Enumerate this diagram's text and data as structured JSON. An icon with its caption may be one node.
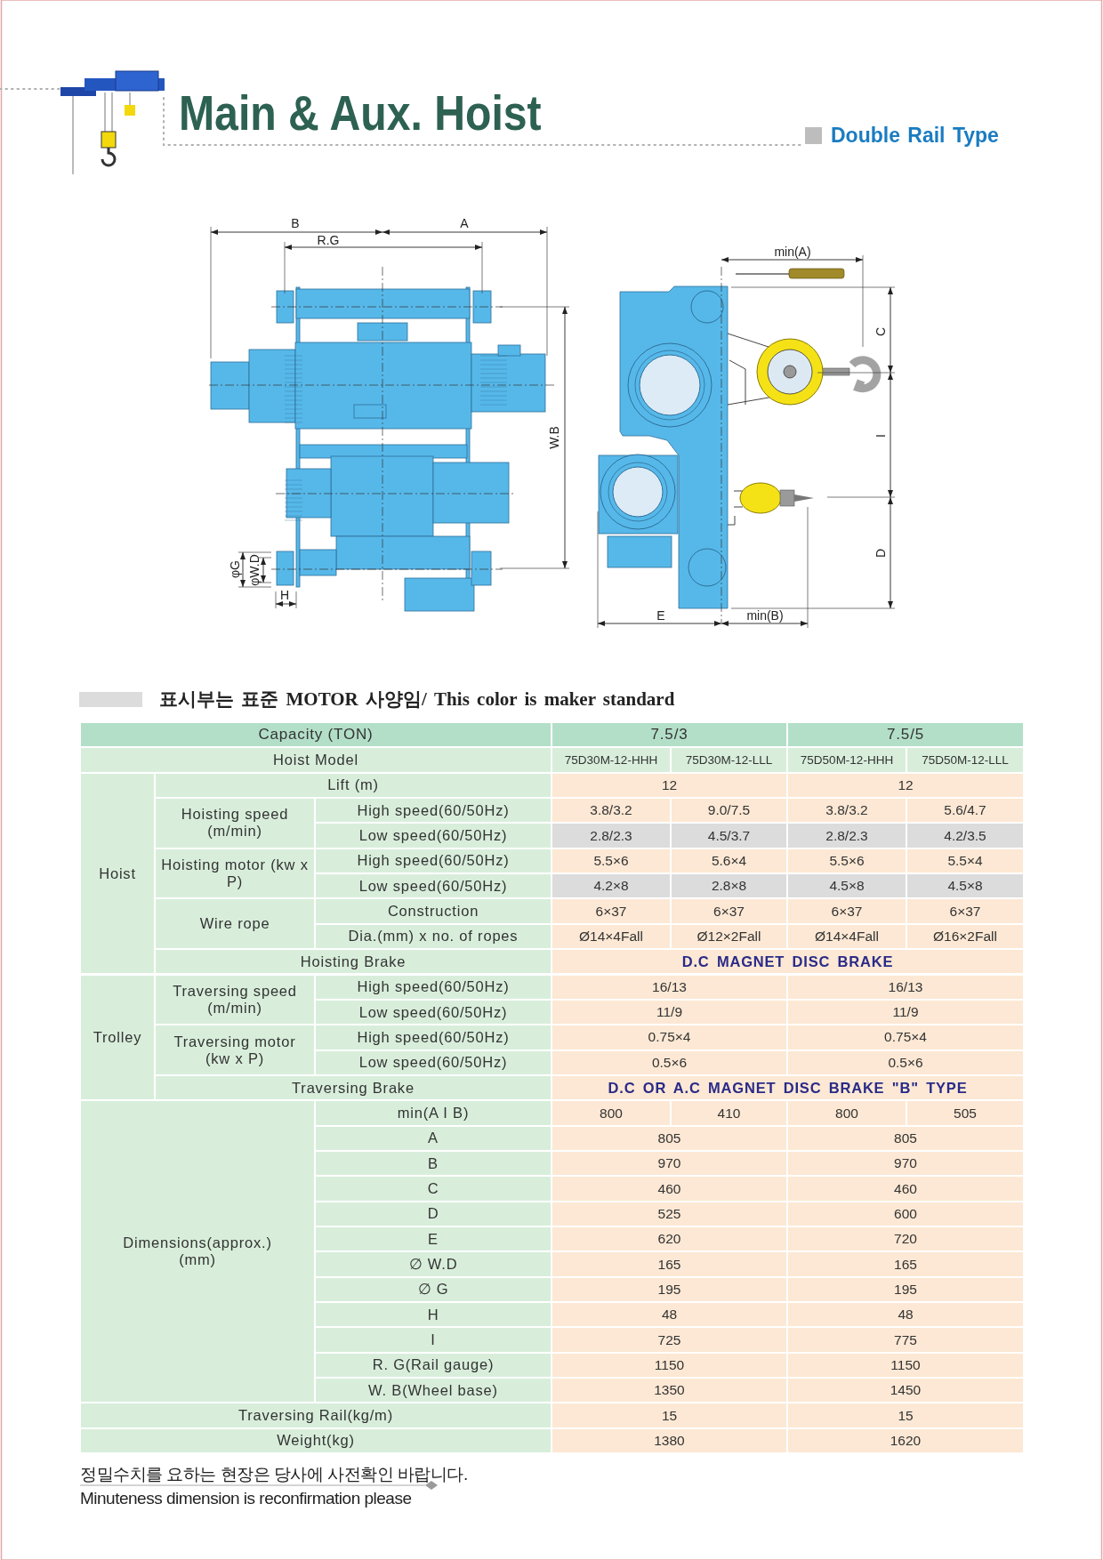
{
  "diagram": {
    "title": "Main & Aux. Hoist",
    "labels": [
      "Double Rail Type",
      "B",
      "A",
      "R.G",
      "W.B",
      "φG",
      "φW.D",
      "H",
      "min(A)",
      "C",
      "I",
      "D",
      "E",
      "min(B)",
      "Capacity (TON)",
      "7.5/3",
      "7.5/5",
      "Hoist Model",
      "75D30M-12-HHH",
      "75D30M-12-LLL",
      "75D50M-12-HHH",
      "75D50M-12-LLL",
      "Hoist",
      "Lift (m)",
      "12",
      "12",
      "Hoisting speed (m/min)",
      "High speed(60/50Hz)",
      "3.8/3.2",
      "9.0/7.5",
      "3.8/3.2",
      "5.6/4.7",
      "Low speed(60/50Hz)",
      "2.8/2.3",
      "4.5/3.7",
      "2.8/2.3",
      "4.2/3.5",
      "Hoisting motor (kw x P)",
      "High speed(60/50Hz)",
      "5.5×6",
      "5.6×4",
      "5.5×6",
      "5.5×4",
      "Low speed(60/50Hz)",
      "4.2×8",
      "2.8×8",
      "4.5×8",
      "4.5×8",
      "Wire rope",
      "Construction",
      "6×37",
      "6×37",
      "6×37",
      "6×37",
      "Dia.(mm) x no. of ropes",
      "Ø14×4Fall",
      "Ø12×2Fall",
      "Ø14×4Fall",
      "Ø16×2Fall",
      "Hoisting Brake",
      "D.C MAGNET DISC BRAKE",
      "Trolley",
      "Traversing speed (m/min)",
      "High speed(60/50Hz)",
      "16/13",
      "16/13",
      "Low speed(60/50Hz)",
      "11/9",
      "11/9",
      "Traversing motor (kw x P)",
      "High speed(60/50Hz)",
      "0.75×4",
      "0.75×4",
      "Low speed(60/50Hz)",
      "0.5×6",
      "0.5×6",
      "Traversing Brake",
      "D.C OR A.C MAGNET DISC BRAKE \"B\" TYPE",
      "Dimensions(approx.) (mm)",
      "min(A I B)",
      "800",
      "410",
      "800",
      "505",
      "A",
      "805",
      "805",
      "B",
      "970",
      "970",
      "C",
      "460",
      "460",
      "D",
      "525",
      "600",
      "E",
      "620",
      "720",
      "∅ W.D",
      "165",
      "165",
      "∅ G",
      "195",
      "195",
      "H",
      "48",
      "48",
      "I",
      "725",
      "775",
      "R. G(Rail gauge)",
      "1150",
      "1150",
      "W. B(Wheel base)",
      "1350",
      "1450",
      "Traversing Rail(kg/m)",
      "15",
      "15",
      "Weight(kg)",
      "1380",
      "1620",
      "정밀수치를 요하는 현장은 당사에 사전확인 바랍니다.",
      "Minuteness dimension is reconfirmation please"
    ],
    "legend": [
      {
        "text": "표시부는 표준 MOTOR 사양임/ This color is maker standard",
        "color": "#dcdcdc"
      }
    ]
  }
}
